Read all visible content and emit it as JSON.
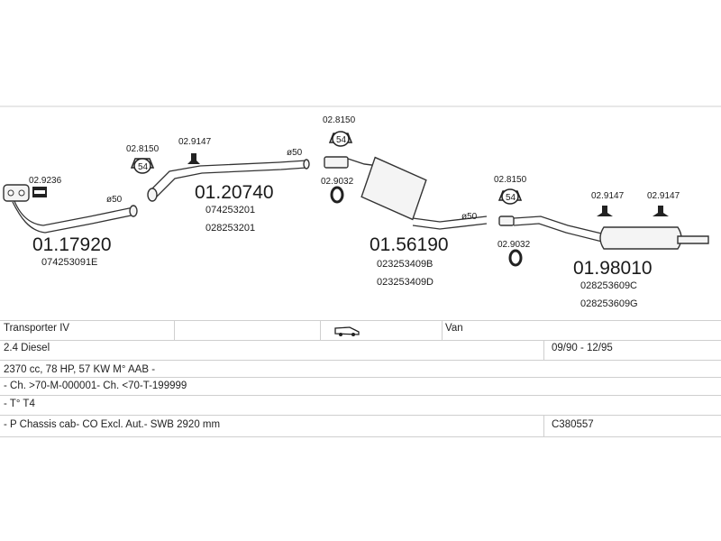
{
  "parts": [
    {
      "number": "01.17920",
      "refs": [
        "074253091E"
      ],
      "diameter": "ø50"
    },
    {
      "number": "01.20740",
      "refs": [
        "074253201",
        "028253201"
      ],
      "diameter": "ø50"
    },
    {
      "number": "01.56190",
      "refs": [
        "023253409B",
        "023253409D"
      ],
      "diameter": "ø50"
    },
    {
      "number": "01.98010",
      "refs": [
        "028253609C",
        "028253609G"
      ]
    }
  ],
  "accessories": {
    "gasket": "02.9236",
    "clamp_1": "02.8150",
    "hanger_1": "02.9147",
    "clamp_2": "02.8150",
    "ring_1": "02.9032",
    "clamp_3": "02.8150",
    "ring_2": "02.9032",
    "hanger_2": "02.9147",
    "hanger_3": "02.9147",
    "clamp_size": "54"
  },
  "vehicle": {
    "model": "Transporter IV",
    "body": "Van",
    "engine": "2.4 Diesel",
    "years": "09/90 - 12/95",
    "spec": "2370 cc, 78 HP, 57 KW M° AAB -",
    "chassis": "- Ch. >70-M-000001- Ch. <70-T-199999",
    "type": "- T° T4",
    "note": "- P Chassis cab- CO Excl. Aut.- SWB 2920 mm",
    "code": "C380557"
  }
}
